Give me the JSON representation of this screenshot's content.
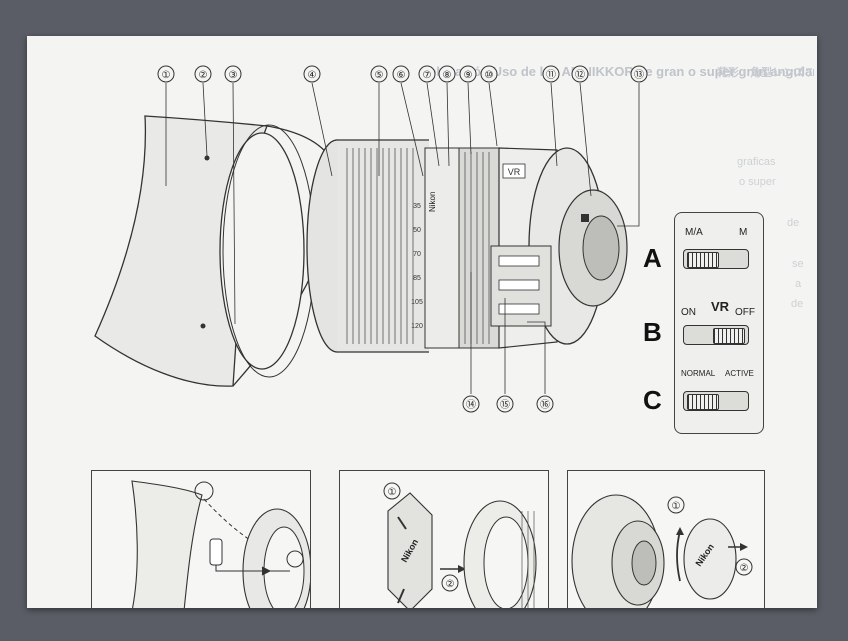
{
  "background_text": {
    "title_es": "Colocación/Uso de los AF NIKKOR de gran o super gran angular",
    "title_jp": "花形・角型レンズフード（一部）の取り付け方について",
    "lines": [
      "graficas",
      "o super",
      "de",
      "se",
      "a",
      "de"
    ]
  },
  "callouts": [
    "①",
    "②",
    "③",
    "④",
    "⑤",
    "⑥",
    "⑦",
    "⑧",
    "⑨",
    "⑩",
    "⑪",
    "⑫",
    "⑬",
    "⑭",
    "⑮",
    "⑯"
  ],
  "lens_markings": {
    "brand": "Nikon",
    "vr_badge": "VR",
    "focal_scale": [
      "35",
      "50",
      "70",
      "85",
      "105",
      "120"
    ]
  },
  "switches": [
    {
      "letter": "A",
      "label_left": "M/A",
      "label_mid": "",
      "label_right": "M"
    },
    {
      "letter": "B",
      "label_left": "ON",
      "label_mid": "VR",
      "label_right": "OFF"
    },
    {
      "letter": "C",
      "label_left": "NORMAL",
      "label_mid": "",
      "label_right": "ACTIVE"
    }
  ],
  "panels": [
    {
      "steps": []
    },
    {
      "cap_brand": "Nikon",
      "steps": [
        "①",
        "②"
      ]
    },
    {
      "cap_brand": "Nikon",
      "steps": [
        "①",
        "②"
      ]
    }
  ],
  "colors": {
    "paper": "#f4f4f2",
    "ink": "#222222",
    "bleed_text": "#bfc4cb",
    "surround": "#5a5d66"
  }
}
